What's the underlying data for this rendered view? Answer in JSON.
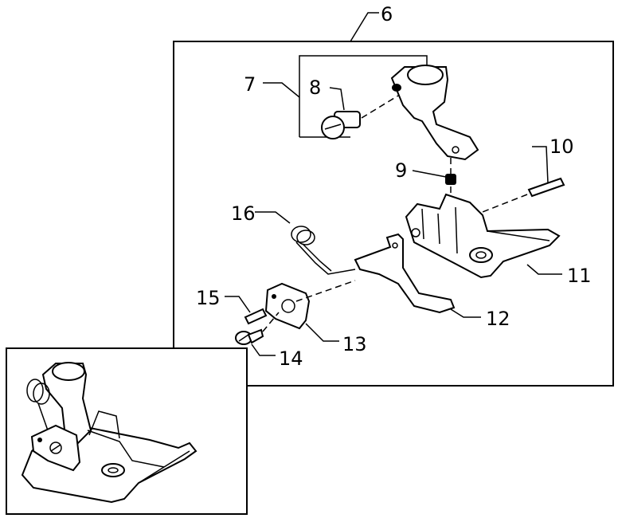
{
  "callouts": {
    "c6": "6",
    "c7": "7",
    "c8": "8",
    "c9": "9",
    "c10": "10",
    "c11": "11",
    "c12": "12",
    "c13": "13",
    "c14": "14",
    "c15": "15",
    "c16": "16"
  }
}
